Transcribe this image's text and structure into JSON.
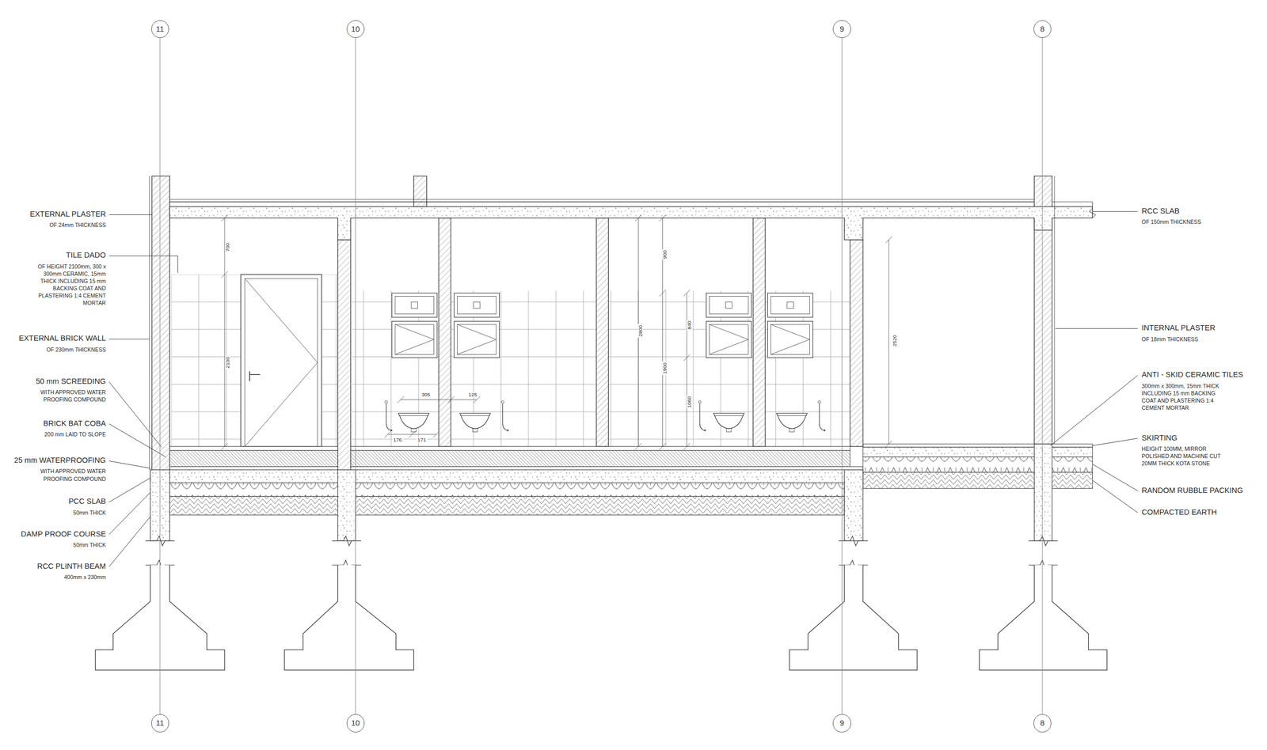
{
  "diagram": {
    "nodes": [
      {
        "text": [
          "11"
        ]
      },
      {
        "text": [
          "10"
        ]
      },
      {
        "text": [
          "9"
        ]
      },
      {
        "text": [
          "8"
        ]
      },
      {
        "text": [
          "11"
        ]
      },
      {
        "text": [
          "10"
        ]
      },
      {
        "text": [
          "9"
        ]
      },
      {
        "text": [
          "8"
        ]
      }
    ],
    "edges": [
      {
        "from": 0,
        "to": 4,
        "arrow": "none"
      },
      {
        "from": 1,
        "to": 5,
        "arrow": "none"
      },
      {
        "from": 2,
        "to": 6,
        "arrow": "none"
      },
      {
        "from": 3,
        "to": 7,
        "arrow": "none"
      }
    ],
    "labels": [
      "EXTERNAL PLASTER",
      "OF 24mm THICKNESS",
      "TILE DADO",
      "OF HEIGHT 2100mm, 300 x 300mm CERAMIC, 15mm THICK INCLUDING 15 mm BACKING COAT AND PLASTERING 1:4 CEMENT MORTAR",
      "EXTERNAL BRICK WALL",
      "OF 230mm THICKNESS",
      "50 mm SCREEDING",
      "WITH APPROVED WATER PROOFING COMPOUND",
      "BRICK BAT COBA",
      "200 mm LAID TO SLOPE",
      "25 mm WATERPROOFING",
      "WITH APPROVED WATER PROOFING COMPOUND",
      "PCC SLAB",
      "50mm THICK",
      "DAMP PROOF COURSE",
      "50mm THICK",
      "RCC PLINTH BEAM",
      "400mm x 230mm",
      "RCC SLAB",
      "OF 150mm THICKNESS",
      "INTERNAL PLASTER",
      "OF 18mm THICKNESS",
      "ANTI - SKID CERAMIC TILES",
      "300mm x 300mm, 15mm THICK INCLUDING 15 mm BACKING COAT AND PLASTERING 1:4 CEMENT MORTAR",
      "SKIRTING",
      "HEIGHT 100MM, MIRROR POLISHED AND MACHINE CUT 20MM THICK KOTA STONE",
      "RANDOM RUBBLE PACKING",
      "COMPACTED EARTH",
      "700",
      "2100",
      "305",
      "125",
      "176",
      "171",
      "900",
      "2800",
      "840",
      "1900",
      "1060",
      "2520"
    ]
  }
}
